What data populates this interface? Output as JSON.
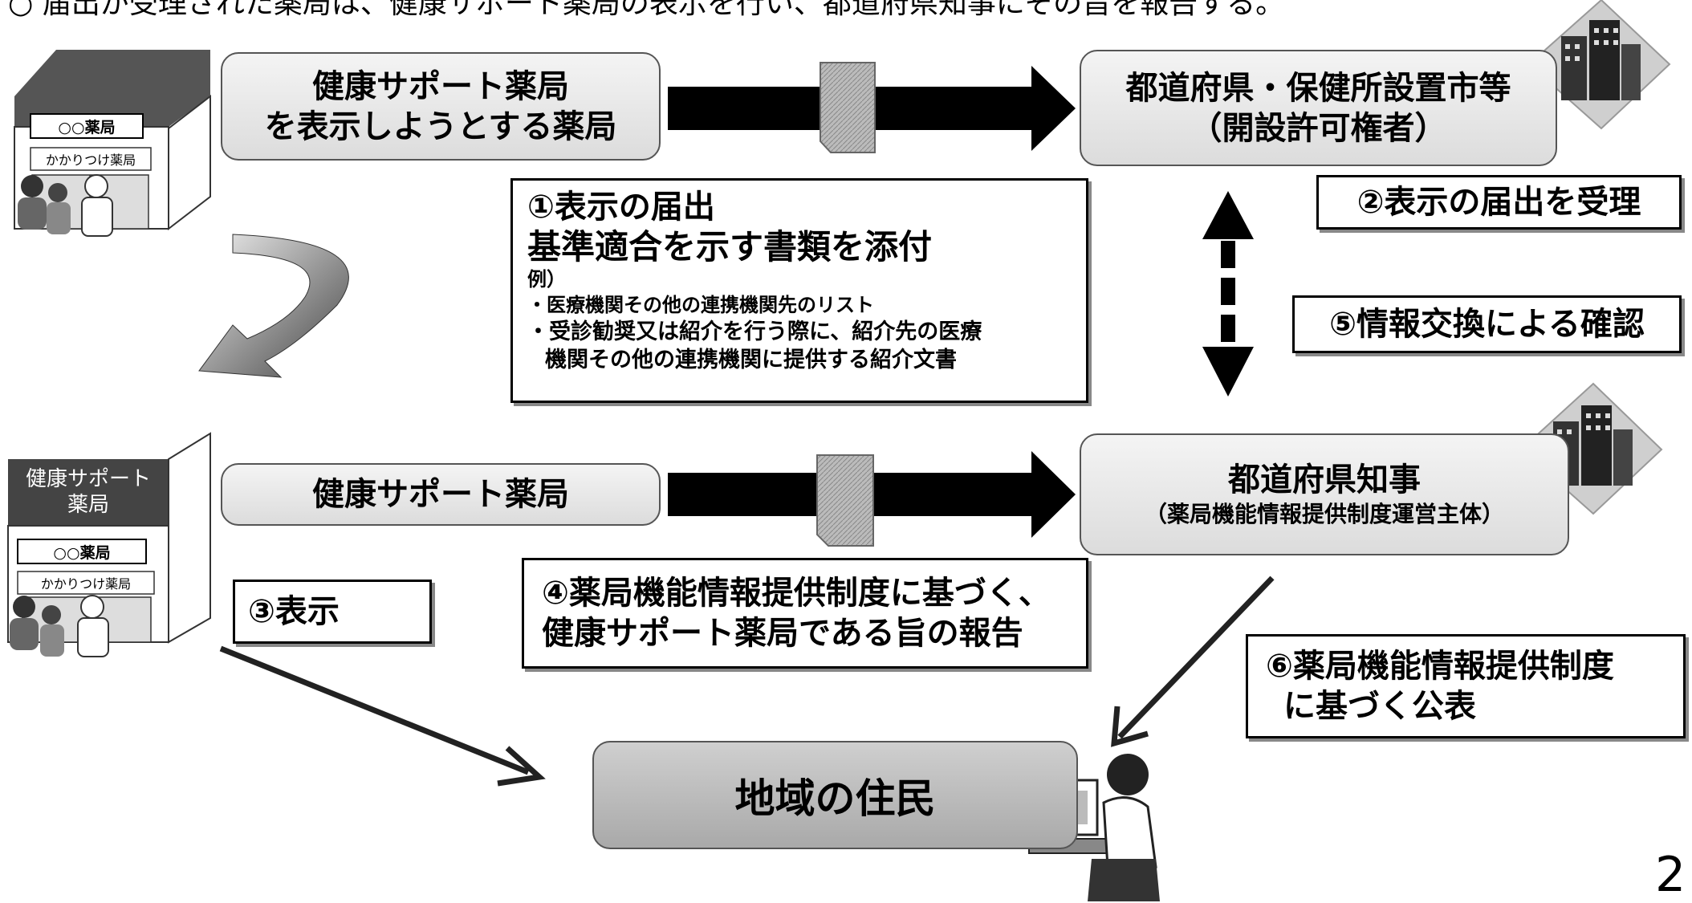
{
  "header": {
    "text": "○ 届出が受理された薬局は、健康サポート薬局の表示を行い、都道府県知事にその旨を報告する。"
  },
  "nodes": {
    "pharmacy_top": {
      "line1": "健康サポート薬局",
      "line2": "を表示しようとする薬局"
    },
    "prefecture": {
      "line1": "都道府県・保健所設置市等",
      "line2": "（開設許可権者）"
    },
    "pharmacy_bottom": {
      "line1": "健康サポート薬局"
    },
    "governor": {
      "line1": "都道府県知事",
      "line2": "（薬局機能情報提供制度運営主体）"
    },
    "residents": {
      "line1": "地域の住民"
    }
  },
  "steps": {
    "s1": {
      "line1": "①表示の届出",
      "line2": "基準適合を示す書類を添付",
      "line3": "例）",
      "item1": "・医療機関その他の連携機関先のリスト",
      "item2a": "・受診勧奨又は紹介を行う際に、紹介先の医療",
      "item2b": "機関その他の連携機関に提供する紹介文書"
    },
    "s2": {
      "text": "②表示の届出を受理"
    },
    "s3": {
      "text": "③表示"
    },
    "s4": {
      "line1": "④薬局機能情報提供制度に基づく、",
      "line2": "健康サポート薬局である旨の報告"
    },
    "s5": {
      "text": "⑤情報交換による確認"
    },
    "s6": {
      "line1": "⑥薬局機能情報提供制度",
      "line2": "に基づく公表"
    }
  },
  "store_signs": {
    "top": {
      "name": "○○薬局",
      "sub": "かかりつけ薬局"
    },
    "bottom": {
      "roof_line1": "健康サポート",
      "roof_line2": "薬局",
      "name": "○○薬局",
      "sub": "かかりつけ薬局"
    }
  },
  "page_number": "2"
}
